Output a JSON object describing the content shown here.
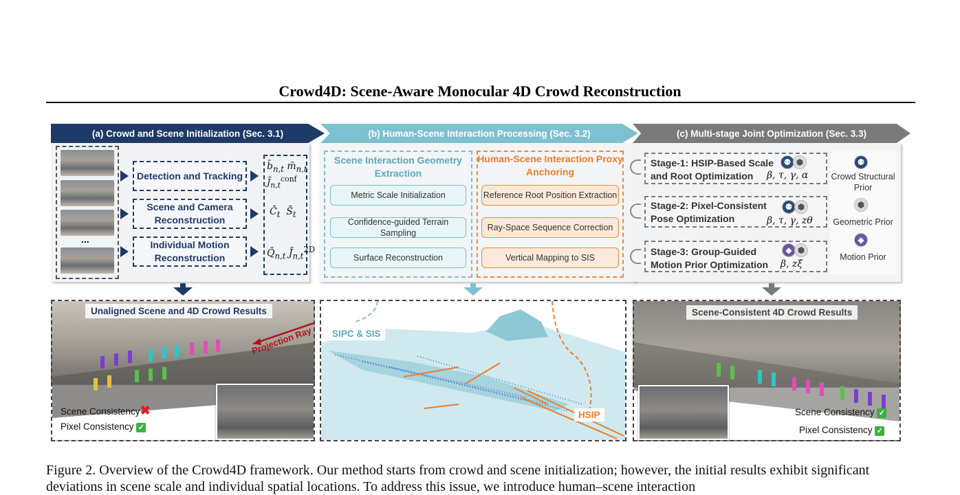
{
  "title": "Crowd4D: Scene-Aware Monocular 4D Crowd Reconstruction",
  "sections": {
    "a": {
      "header": "(a) Crowd and Scene Initialization (Sec. 3.1)",
      "modules": [
        "Detection and Tracking",
        "Scene and Camera Reconstruction",
        "Individual Motion Reconstruction"
      ],
      "ellipsis": "...",
      "vars": [
        {
          "v1": "b̄ₙ,ₜ",
          "v2": "m̄ₙ,ₜ",
          "v3": "J̄ⁿ,ᵗ conf"
        }
      ]
    },
    "b": {
      "header": "(b) Human-Scene  Interaction Processing (Sec. 3.2)",
      "geo_title": "Scene Interaction Geometry Extraction",
      "geo_items": [
        "Metric Scale Initialization",
        "Confidence-guided Terrain Sampling",
        "Surface Reconstruction"
      ],
      "proxy_title": "Human-Scene Interaction Proxy Anchoring",
      "proxy_items": [
        "Reference Root Position Extraction",
        "Ray-Space Sequence Correction",
        "Vertical Mapping to SIS"
      ]
    },
    "c": {
      "header": "(c) Multi-stage Joint Optimization (Sec. 3.3)",
      "stages": [
        {
          "title": "Stage-1: HSIP-Based Scale and Root Optimization",
          "vars": "β, τ, γ, α"
        },
        {
          "title": "Stage-2: Pixel-Consistent Pose Optimization",
          "vars": "β, τ, γ, zθ"
        },
        {
          "title": "Stage-3: Group-Guided Motion Prior Optimization",
          "vars": "β, zξ"
        }
      ],
      "priors": [
        "Crowd Structural Prior",
        "Geometric Prior",
        "Motion Prior"
      ]
    }
  },
  "bottom": {
    "a": {
      "label": "Unaligned Scene and 4D Crowd Results",
      "ray": "Projection Ray",
      "scene": "Scene Consistency",
      "pixel": "Pixel Consistency"
    },
    "b": {
      "sipc": "SIPC & SIS",
      "hsip": "HSIP"
    },
    "c": {
      "label": "Scene-Consistent 4D Crowd Results",
      "scene": "Scene Consistency",
      "pixel": "Pixel Consistency"
    }
  },
  "caption": "Figure 2.  Overview of the Crowd4D framework.  Our method starts from crowd and scene initialization; however, the initial results exhibit significant deviations in scene scale and individual spatial locations. To address this issue, we introduce human–scene interaction",
  "colors": {
    "navy": "#1e3a66",
    "teal": "#7ec0cf",
    "orange": "#f08a3a",
    "gray": "#7a7a7a"
  }
}
